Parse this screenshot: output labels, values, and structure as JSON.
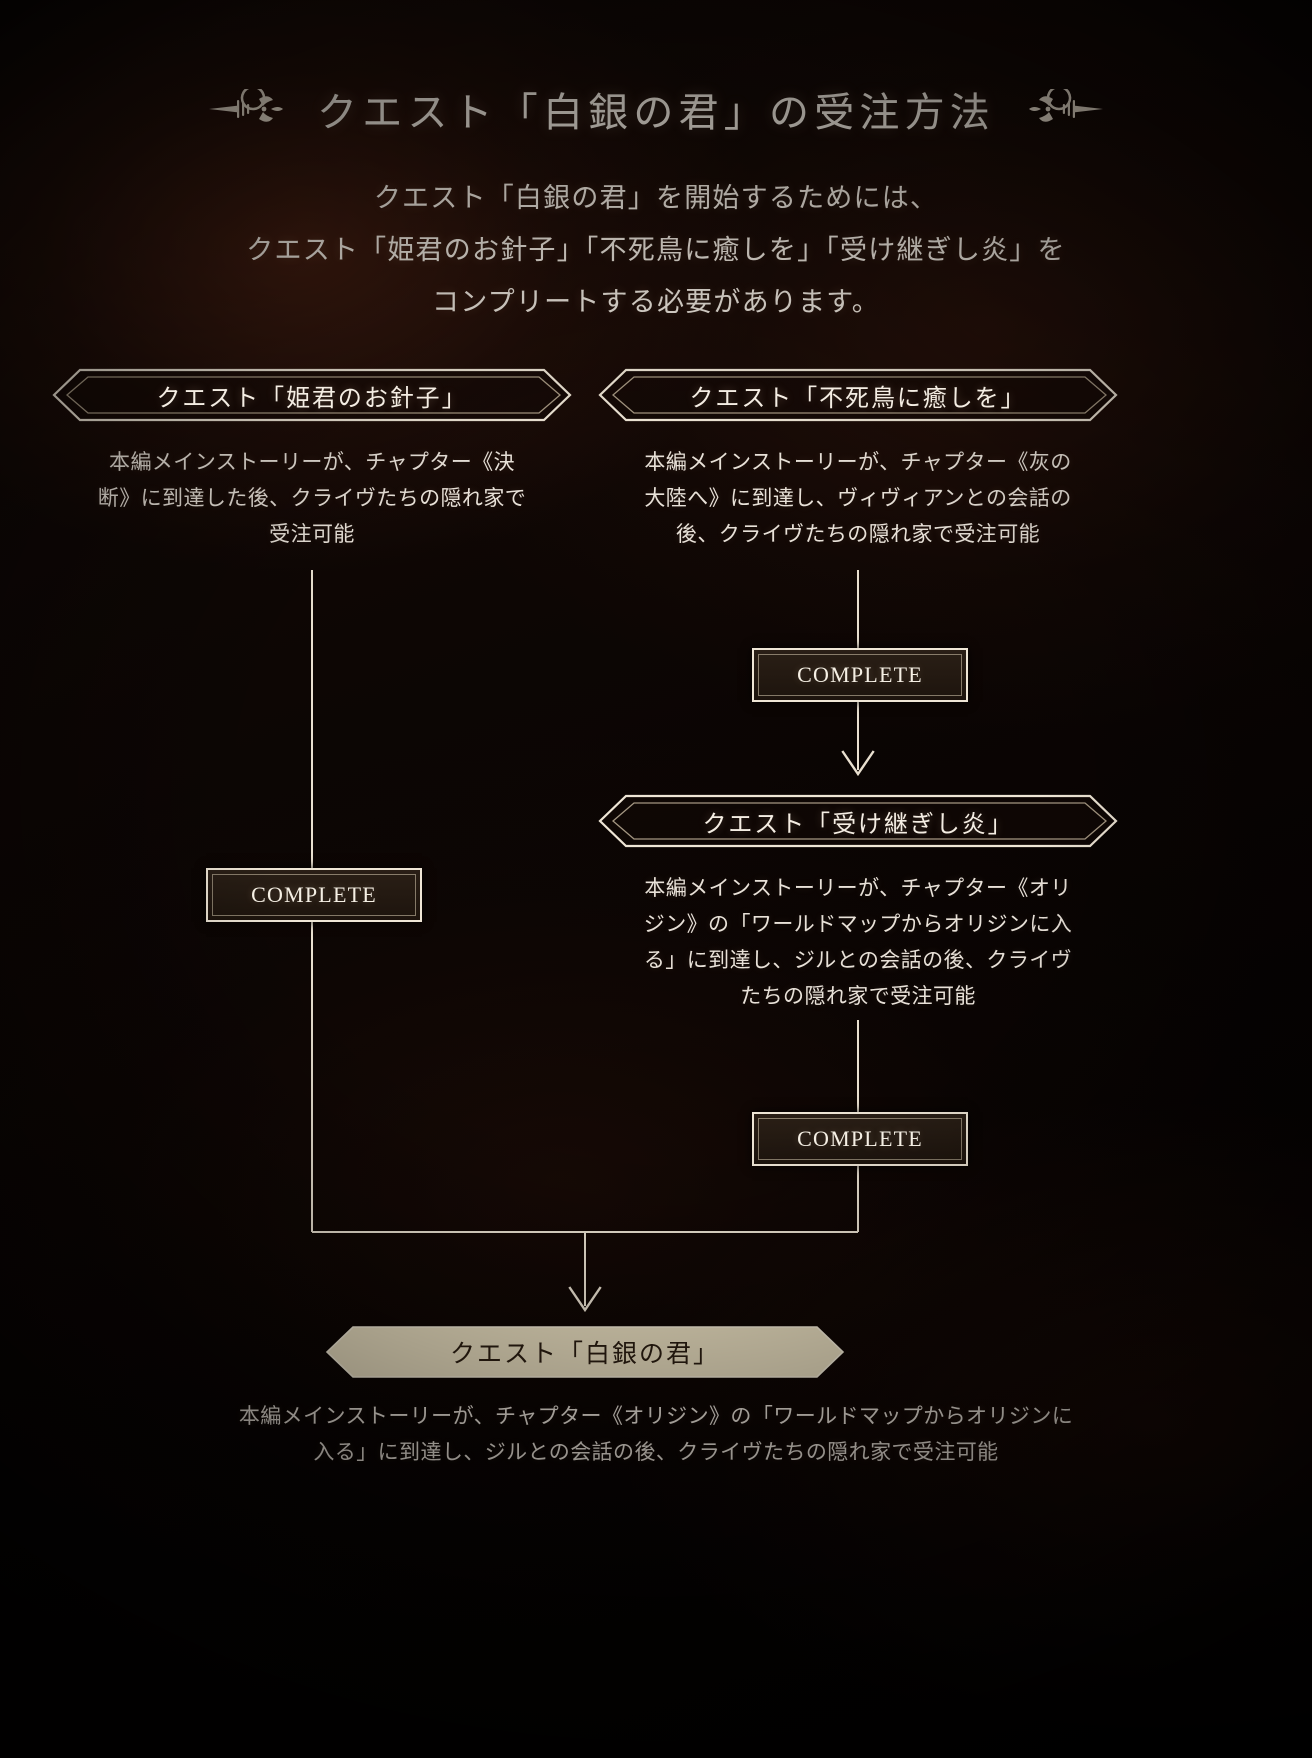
{
  "page": {
    "title": "クエスト「白銀の君」の受注方法",
    "ornament_left": "flourish-ornament-left",
    "ornament_right": "flourish-ornament-right",
    "background_color": "#0b0503",
    "accent_color": "#efe6d6",
    "highlight_fill": "#e8dcbe"
  },
  "intro": {
    "line1": "クエスト「白銀の君」を開始するためには、",
    "line2": "クエスト「姫君のお針子」「不死鳥に癒しを」「受け継ぎし炎」を",
    "line3": "コンプリートする必要があります。"
  },
  "nodes": {
    "quest1": {
      "banner": "クエスト「姫君のお針子」",
      "desc_line1": "本編メインストーリーが、チャプター《決",
      "desc_line2": "断》に到達した後、クライヴたちの隠れ家で",
      "desc_line3": "受注可能",
      "complete_label": "COMPLETE"
    },
    "quest2": {
      "banner": "クエスト「不死鳥に癒しを」",
      "desc_line1": "本編メインストーリーが、チャプター《灰の",
      "desc_line2": "大陸へ》に到達し、ヴィヴィアンとの会話の",
      "desc_line3": "後、クライヴたちの隠れ家で受注可能",
      "complete_label": "COMPLETE"
    },
    "quest3": {
      "banner": "クエスト「受け継ぎし炎」",
      "desc_line1": "本編メインストーリーが、チャプター《オリ",
      "desc_line2": "ジン》の「ワールドマップからオリジンに入",
      "desc_line3": "る」に到達し、ジルとの会話の後、クライヴ",
      "desc_line4": "たちの隠れ家で受注可能",
      "complete_label": "COMPLETE"
    },
    "quest_final": {
      "banner": "クエスト「白銀の君」",
      "desc_line1": "本編メインストーリーが、チャプター《オリジン》の「ワールドマップからオリジンに",
      "desc_line2": "入る」に到達し、ジルとの会話の後、クライヴたちの隠れ家で受注可能"
    }
  }
}
